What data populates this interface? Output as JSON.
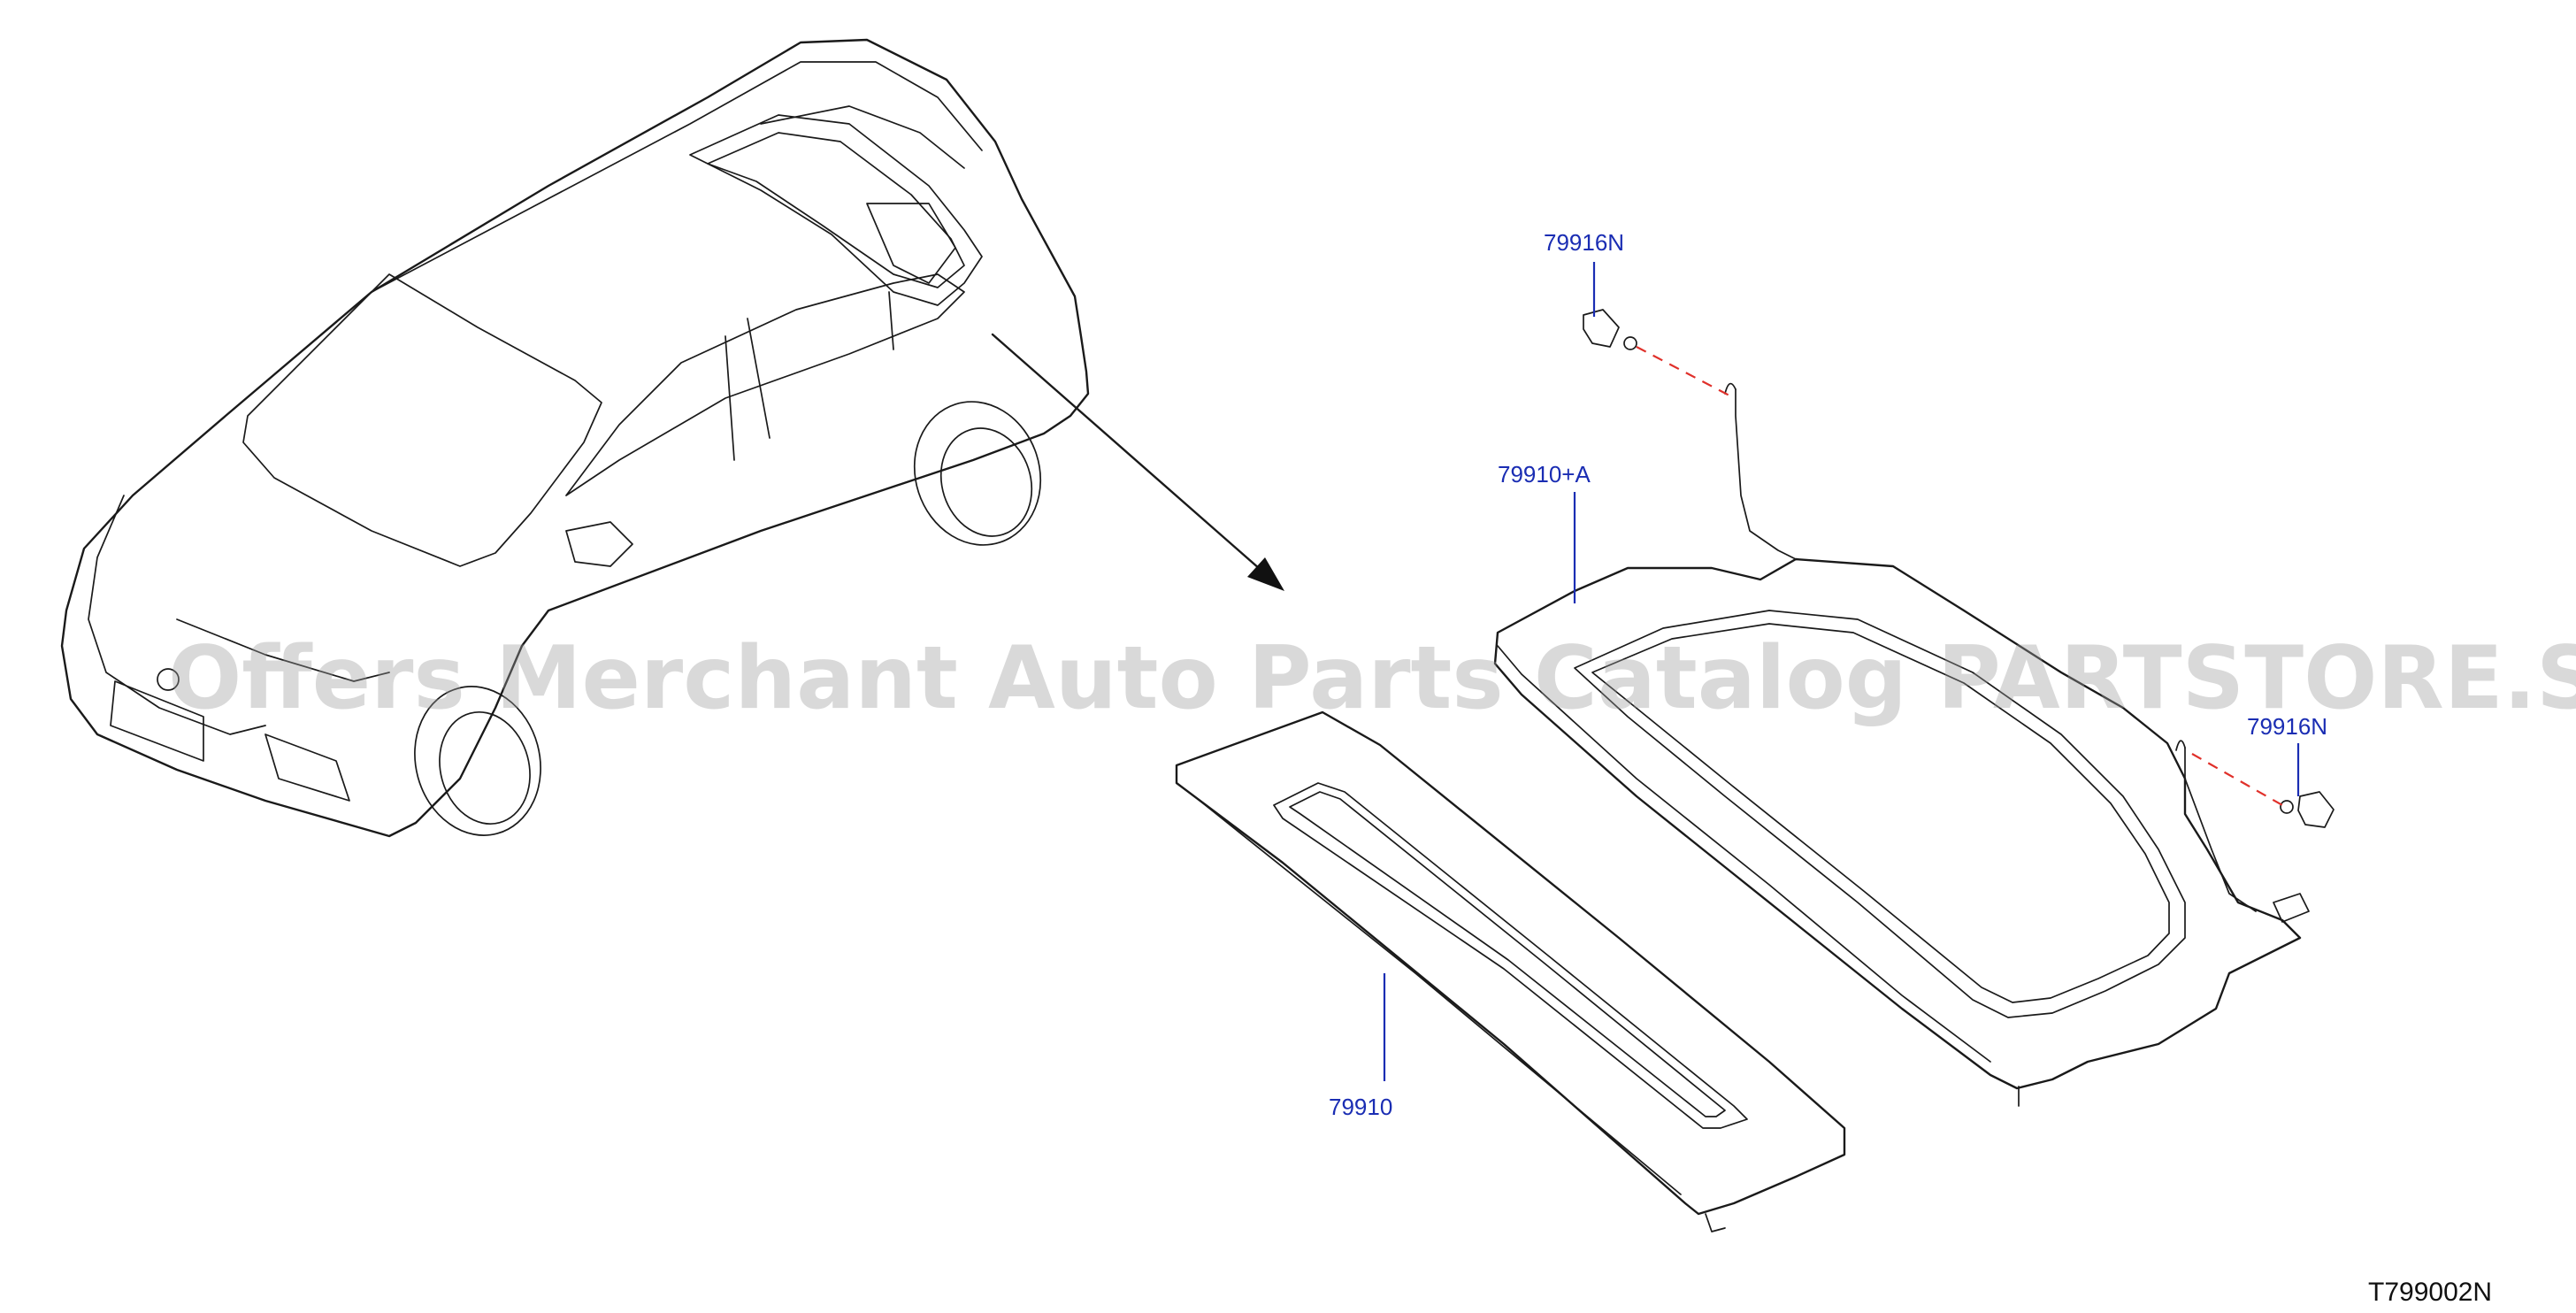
{
  "diagram": {
    "callouts": {
      "clip_top": "79916N",
      "clip_right": "79916N",
      "board_assy": "79910+A",
      "board": "79910"
    },
    "drawing_code": "T799002N",
    "watermark": "Offers Merchant Auto Parts Catalog PARTSTORE.SA"
  }
}
